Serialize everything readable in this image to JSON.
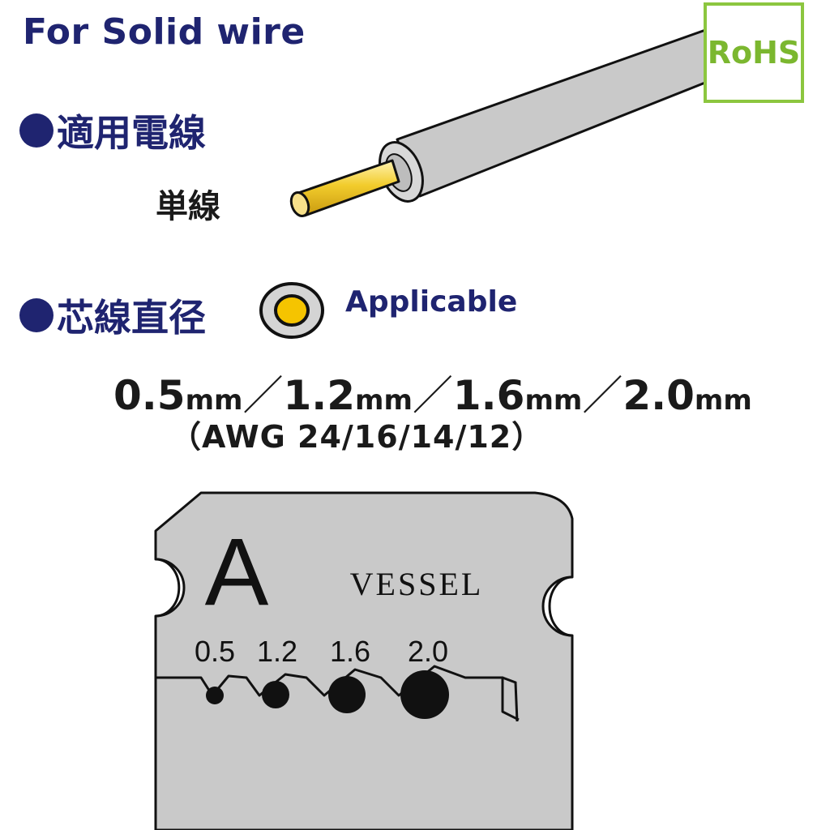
{
  "heading_en": "For Solid wire",
  "section1": {
    "title": "適用電線",
    "subtitle": "単線"
  },
  "section2": {
    "title": "芯線直径",
    "applicable_label": "Applicable",
    "sizes": [
      {
        "value": "0.5",
        "unit": "mm"
      },
      {
        "value": "1.2",
        "unit": "mm"
      },
      {
        "value": "1.6",
        "unit": "mm"
      },
      {
        "value": "2.0",
        "unit": "mm"
      }
    ],
    "awg_prefix": "（AWG",
    "awg_values": "24/16/14/12",
    "awg_suffix": "）"
  },
  "rohs_badge": "RoHS",
  "blade": {
    "letter": "A",
    "brand": "VESSEL",
    "hole_labels": [
      "0.5",
      "1.2",
      "1.6",
      "2.0"
    ]
  },
  "colors": {
    "navy": "#1f2470",
    "rohs_green": "#8cc63f",
    "wire_gray": "#c8c8c8",
    "core_gold": "#f2cc2c",
    "blade_gray": "#c9c9c9"
  }
}
